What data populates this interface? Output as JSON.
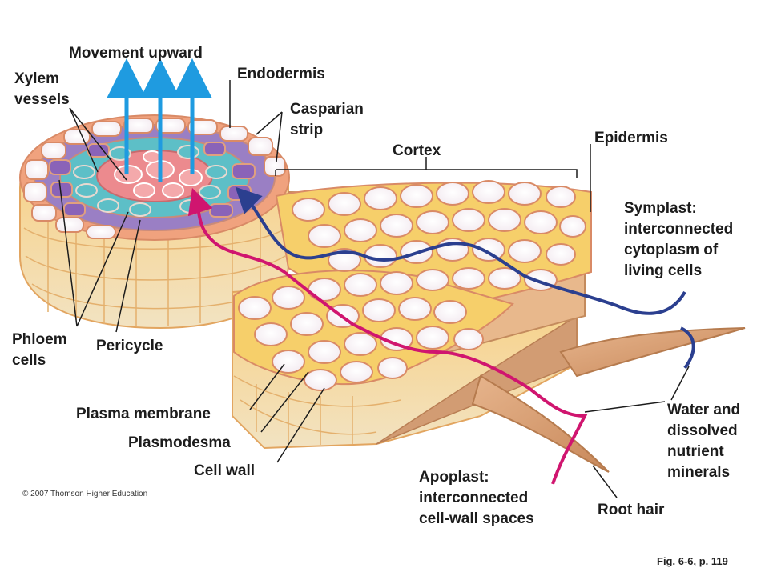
{
  "labels": {
    "movement_upward": "Movement upward",
    "xylem_vessels": "Xylem\nvessels",
    "endodermis": "Endodermis",
    "casparian_strip": "Casparian\nstrip",
    "cortex": "Cortex",
    "epidermis": "Epidermis",
    "symplast": "Symplast:\ninterconnected\ncytoplasm of\nliving cells",
    "phloem_cells": "Phloem\ncells",
    "pericycle": "Pericycle",
    "plasma_membrane": "Plasma membrane",
    "plasmodesma": "Plasmodesma",
    "cell_wall": "Cell wall",
    "water_minerals": "Water and\ndissolved\nnutrient\nminerals",
    "apoplast": "Apoplast:\ninterconnected\ncell-wall spaces",
    "root_hair": "Root hair"
  },
  "copyright": "© 2007 Thomson Higher Education",
  "figure_ref": "Fig. 6-6, p. 119",
  "colors": {
    "symplast_path": "#2b3f8f",
    "apoplast_path": "#d0156f",
    "upward_arrows": "#1f9be0",
    "cell_wall": "#e8a47a",
    "cortex_fill": "#f6cf6a",
    "xylem": "#e85f6a",
    "phloem": "#8a63b8",
    "pericycle": "#3aa7b0"
  }
}
